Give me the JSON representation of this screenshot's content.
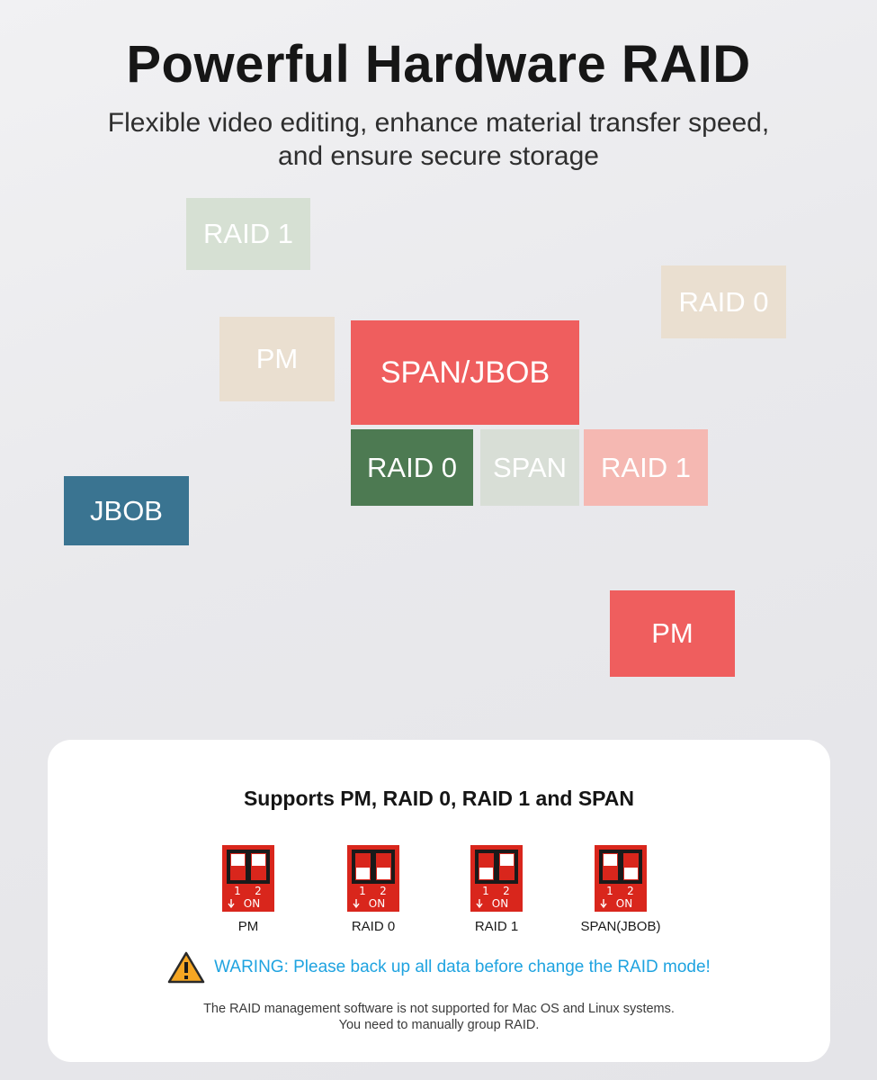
{
  "header": {
    "title": "Powerful Hardware RAID",
    "subtitle_line1": "Flexible video editing, enhance material transfer speed,",
    "subtitle_line2": "and ensure secure storage"
  },
  "tiles": [
    {
      "label": "RAID 1",
      "color": "#d6e0d3"
    },
    {
      "label": "RAID 0",
      "color": "#eadfd0"
    },
    {
      "label": "PM",
      "color": "#eadfd0"
    },
    {
      "label": "SPAN/JBOB",
      "color": "#ef5e5e"
    },
    {
      "label": "RAID 0",
      "color": "#4d7a52"
    },
    {
      "label": "SPAN",
      "color": "#d8ded6"
    },
    {
      "label": "RAID 1",
      "color": "#f5b8b2"
    },
    {
      "label": "JBOB",
      "color": "#3a7491"
    },
    {
      "label": "PM",
      "color": "#ef5e5e"
    }
  ],
  "card": {
    "title": "Supports PM, RAID 0, RAID 1 and SPAN",
    "switches": [
      {
        "label": "PM",
        "pin1": "up",
        "pin2": "up",
        "num1": "1",
        "num2": "2",
        "on": "ON"
      },
      {
        "label": "RAID 0",
        "pin1": "down",
        "pin2": "down",
        "num1": "1",
        "num2": "2",
        "on": "ON"
      },
      {
        "label": "RAID 1",
        "pin1": "down",
        "pin2": "up",
        "num1": "1",
        "num2": "2",
        "on": "ON"
      },
      {
        "label": "SPAN(JBOB)",
        "pin1": "up",
        "pin2": "down",
        "num1": "1",
        "num2": "2",
        "on": "ON"
      }
    ],
    "warning": "WARING: Please back up all data before change the RAID mode!",
    "note_line1": "The RAID management software is not supported for Mac OS and Linux systems.",
    "note_line2": "You need to manually group RAID."
  },
  "colors": {
    "switch_red": "#d9261c",
    "warning_blue": "#1fa3e0",
    "warning_icon": "#f5a623"
  }
}
